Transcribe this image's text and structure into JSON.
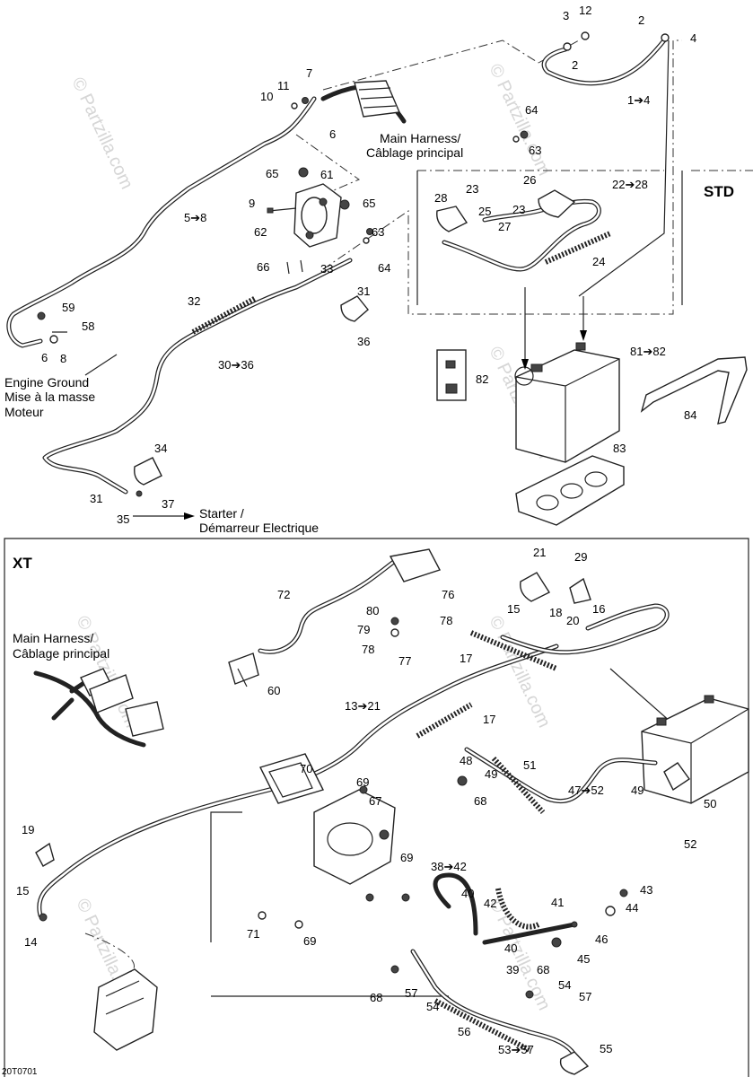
{
  "footer_code": "20T0701",
  "sections": {
    "std": "STD",
    "xt": "XT"
  },
  "watermark": "© Partzilla.com",
  "notes": {
    "main_harness_1": "Main Harness/",
    "main_harness_2": "Câblage principal",
    "engine_ground_1": "Engine Ground",
    "engine_ground_2": "Mise à la masse",
    "engine_ground_3": "Moteur",
    "starter_1": "Starter /",
    "starter_2": "Démarreur Electrique"
  },
  "callouts": {
    "c3": "3",
    "c12": "12",
    "c2a": "2",
    "c2b": "2",
    "c4a": "4",
    "c14to4": "1➔4",
    "c7": "7",
    "c11": "11",
    "c10": "10",
    "c6a": "6",
    "c64a": "64",
    "c63a": "63",
    "c65a": "65",
    "c61": "61",
    "c9": "9",
    "c65b": "65",
    "c62": "62",
    "c58r": "5➔8",
    "c63b": "63",
    "c64b": "64",
    "c66": "66",
    "c33": "33",
    "c31a": "31",
    "c36": "36",
    "c32": "32",
    "c30to36": "30➔36",
    "c59": "59",
    "c58": "58",
    "c6b": "6",
    "c8": "8",
    "c34": "34",
    "c31b": "31",
    "c37": "37",
    "c35": "35",
    "c26": "26",
    "c22to28": "22➔28",
    "c28": "28",
    "c23a": "23",
    "c25": "25",
    "c23b": "23",
    "c27": "27",
    "c24": "24",
    "c81to82": "81➔82",
    "c82": "82",
    "c84": "84",
    "c83": "83",
    "c21": "21",
    "c29": "29",
    "c72": "72",
    "c76": "76",
    "c80": "80",
    "c79": "79",
    "c78a": "78",
    "c78b": "78",
    "c77": "77",
    "c15a": "15",
    "c18": "18",
    "c16": "16",
    "c20": "20",
    "c17a": "17",
    "c60": "60",
    "c13to21": "13➔21",
    "c17b": "17",
    "c19": "19",
    "c15b": "15",
    "c14": "14",
    "c70": "70",
    "c69a": "69",
    "c67": "67",
    "c69b": "69",
    "c71": "71",
    "c69c": "69",
    "c48": "48",
    "c49a": "49",
    "c51": "51",
    "c68a": "68",
    "c47to52": "47➔52",
    "c49b": "49",
    "c50": "50",
    "c52": "52",
    "c38to42": "38➔42",
    "c40a": "40",
    "c42": "42",
    "c41": "41",
    "c43": "43",
    "c44": "44",
    "c46": "46",
    "c40b": "40",
    "c45": "45",
    "c39": "39",
    "c68b": "68",
    "c68c": "68",
    "c57a": "57",
    "c54a": "54",
    "c54b": "54",
    "c57b": "57",
    "c56": "56",
    "c53to57": "53➔57",
    "c55": "55"
  }
}
